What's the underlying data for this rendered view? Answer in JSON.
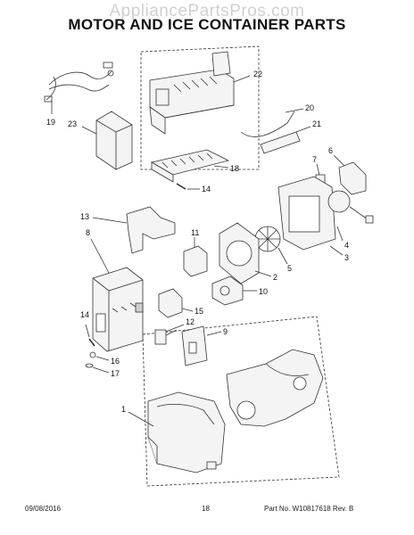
{
  "watermark": "AppliancePartsPros.com",
  "title": "MOTOR AND ICE CONTAINER PARTS",
  "footer": {
    "date": "09/08/2016",
    "page": "18",
    "part_no": "Part No. W10817618  Rev. B"
  },
  "callouts": [
    "19",
    "22",
    "23",
    "20",
    "21",
    "18",
    "14",
    "6",
    "7",
    "13",
    "11",
    "8",
    "4",
    "3",
    "5",
    "2",
    "10",
    "15",
    "12",
    "14",
    "9",
    "16",
    "17",
    "1"
  ],
  "colors": {
    "line": "#333333",
    "part_fill": "#f4f4f4",
    "shade": "#cfcfcf"
  }
}
